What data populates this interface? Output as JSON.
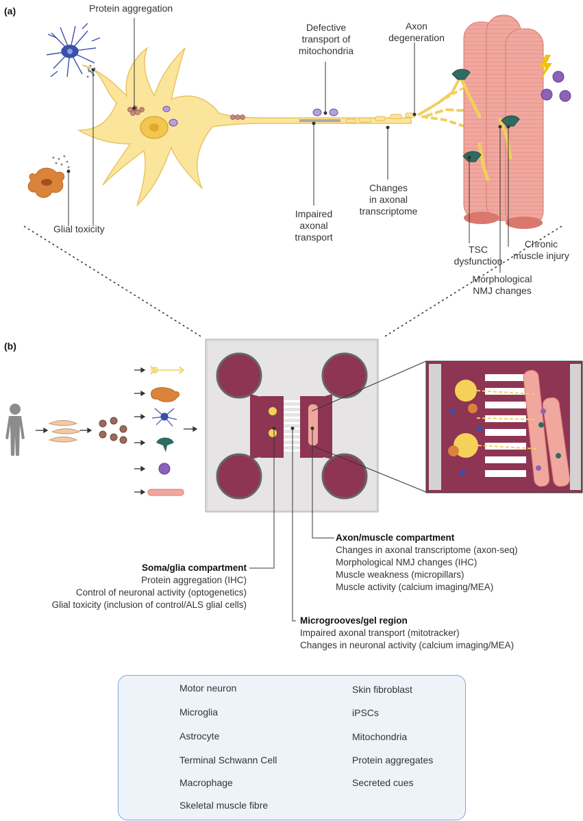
{
  "panel_a_label": "(a)",
  "panel_b_label": "(b)",
  "panel_a_labels": {
    "protein_aggregation": "Protein aggregation",
    "defective_transport": [
      "Defective",
      "transport of",
      "mitochondria"
    ],
    "axon_degeneration": [
      "Axon",
      "degeneration"
    ],
    "glial_toxicity": "Glial toxicity",
    "impaired_transport": [
      "Impaired",
      "axonal",
      "transport"
    ],
    "changes_transcriptome": [
      "Changes",
      "in axonal",
      "transcriptome"
    ],
    "tsc_dysfunction": [
      "TSC",
      "dysfunction"
    ],
    "chronic_injury": [
      "Chronic",
      "muscle injury"
    ],
    "morphological_nmj": [
      "Morphological",
      "NMJ changes"
    ]
  },
  "compartments": {
    "axon_muscle": {
      "title": "Axon/muscle compartment",
      "lines": [
        "Changes in axonal transcriptome (axon-seq)",
        "Morphological NMJ changes (IHC)",
        "Muscle weakness (micropillars)",
        "Muscle activity (calcium imaging/MEA)"
      ]
    },
    "soma_glia": {
      "title": "Soma/glia compartment",
      "lines": [
        "Protein aggregation (IHC)",
        "Control of neuronal activity (optogenetics)",
        "Glial toxicity (inclusion of control/ALS glial cells)"
      ]
    },
    "microgrooves": {
      "title": "Microgrooves/gel region",
      "lines": [
        "Impaired axonal transport (mitotracker)",
        "Changes in neuronal activity (calcium imaging/MEA)"
      ]
    }
  },
  "legend": {
    "left": [
      "Motor neuron",
      "Microglia",
      "Astrocyte",
      "Terminal Schwann Cell",
      "Macrophage",
      "Skeletal muscle fibre"
    ],
    "right": [
      "Skin fibroblast",
      "iPSCs",
      "Mitochondria",
      "Protein aggregates",
      "Secreted cues"
    ]
  },
  "colors": {
    "neuron": "#fbe59a",
    "neuron_stroke": "#e8c463",
    "muscle": "#f0a79e",
    "muscle_dark": "#d9786d",
    "chip": "#8e3554",
    "chip_bg": "#dcd9db",
    "astrocyte": "#3a4fa8",
    "microglia": "#d9843a",
    "schwann": "#2f6b63",
    "macrophage": "#8a63b8",
    "mito": "#9a78bf",
    "legend_bg": "#eef3fa",
    "legend_border": "#7fa6d3"
  }
}
